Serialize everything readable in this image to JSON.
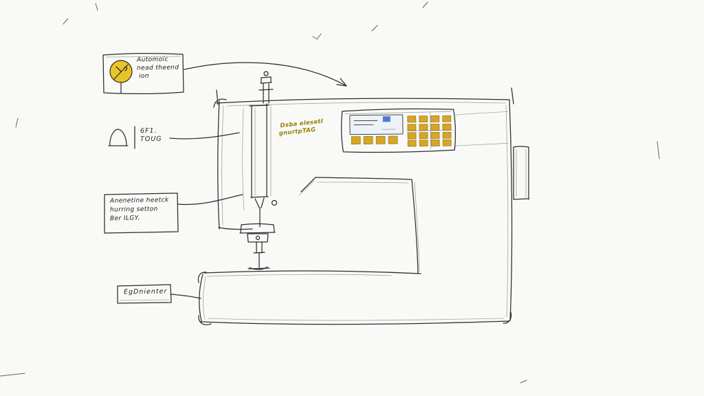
{
  "colors": {
    "ink": "#2b2b2b",
    "paper": "#f9f9f7",
    "icon_yellow": "#e9c427",
    "button_gold": "#d7a21a",
    "note_olive": "#968108",
    "lcd_fill": "#edf2f8",
    "lcd_blue": "#2f66c9"
  },
  "callouts": {
    "auto_threader": {
      "line1": "Automoic",
      "line2": "nead theend",
      "line3": "ion"
    },
    "touch": {
      "line1": "6F1.",
      "line2": "TOUG"
    },
    "needle_section": {
      "line1": "Anenetine heetck",
      "line2": "hurring setton",
      "line3": "Ber ILGY."
    },
    "extension": {
      "label": "EgDnienter"
    },
    "panel_note": {
      "line1": "Dsba elesetl",
      "line2": "gnurtpTAG"
    }
  }
}
